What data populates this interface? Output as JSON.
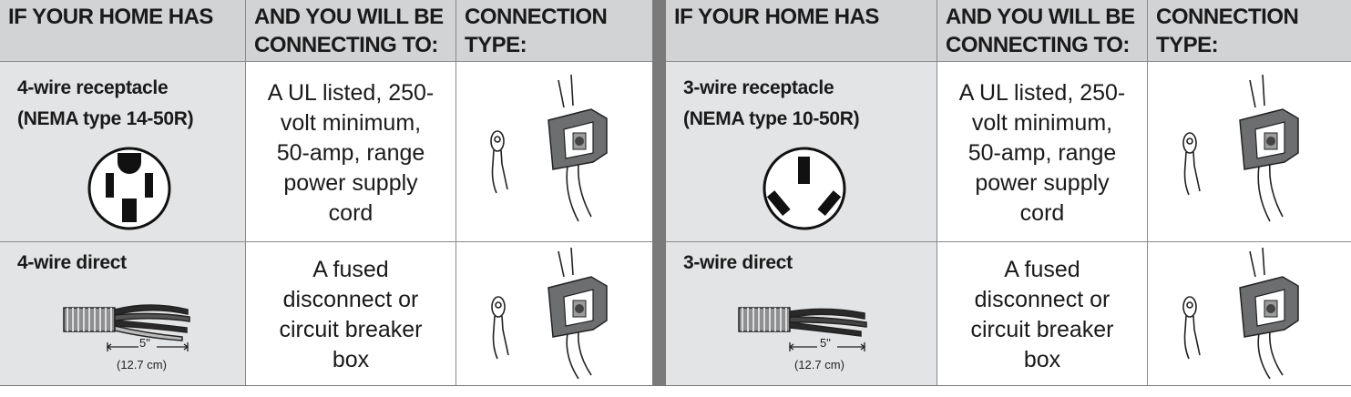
{
  "tables": [
    {
      "headers": [
        "IF YOUR HOME HAS",
        "AND YOU WILL BE CONNECTING TO:",
        "CONNECTION TYPE:"
      ],
      "header_lines": [
        [
          "IF YOUR HOME HAS"
        ],
        [
          "AND YOU WILL BE",
          "CONNECTING TO:"
        ],
        [
          "CONNECTION",
          "TYPE:"
        ]
      ],
      "rows": [
        {
          "home_lines": [
            "4-wire receptacle",
            "(NEMA type 14-50R)"
          ],
          "connect_lines": [
            "A UL listed, 250-",
            "volt minimum,",
            "50-amp, range",
            "power supply",
            "cord"
          ],
          "illustration": "4-prong-receptacle-icon"
        },
        {
          "home_lines": [
            "4-wire direct"
          ],
          "connect_lines": [
            "A fused",
            "disconnect or",
            "circuit breaker",
            "box"
          ],
          "illustration": "4-wire-cable-icon",
          "dimension": "5\"",
          "dimension_metric": "(12.7 cm)"
        }
      ]
    },
    {
      "headers": [
        "IF YOUR HOME HAS",
        "AND YOU WILL BE CONNECTING TO:",
        "CONNECTION TYPE:"
      ],
      "header_lines": [
        [
          "IF YOUR HOME HAS"
        ],
        [
          "AND YOU WILL BE",
          "CONNECTING TO:"
        ],
        [
          "CONNECTION",
          "TYPE:"
        ]
      ],
      "rows": [
        {
          "home_lines": [
            "3-wire receptacle",
            "(NEMA type 10-50R)"
          ],
          "connect_lines": [
            "A UL listed, 250-",
            "volt minimum,",
            "50-amp, range",
            "power supply",
            "cord"
          ],
          "illustration": "3-prong-receptacle-icon"
        },
        {
          "home_lines": [
            "3-wire direct"
          ],
          "connect_lines": [
            "A fused",
            "disconnect or",
            "circuit breaker",
            "box"
          ],
          "illustration": "3-wire-cable-icon",
          "dimension": "5\"",
          "dimension_metric": "(12.7 cm)"
        }
      ]
    }
  ],
  "colors": {
    "header_bg": "#d2d3d5",
    "home_cell_bg": "#e3e4e5",
    "divider": "#7a7a7a",
    "text": "#1a1a1a"
  }
}
